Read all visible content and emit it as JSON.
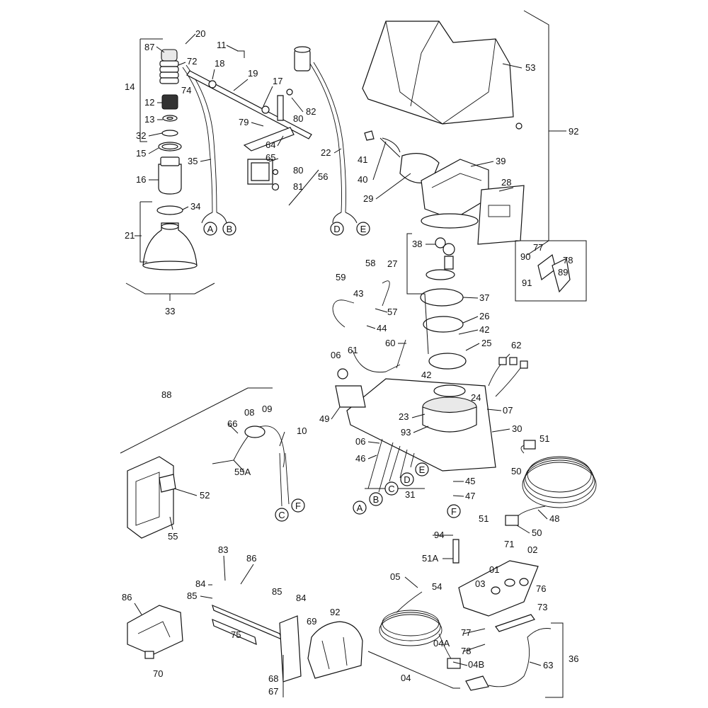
{
  "callouts": [
    {
      "text": "20"
    },
    {
      "text": "87"
    },
    {
      "text": "72"
    },
    {
      "text": "11"
    },
    {
      "text": "18"
    },
    {
      "text": "19"
    },
    {
      "text": "17"
    },
    {
      "text": "14"
    },
    {
      "text": "74"
    },
    {
      "text": "12"
    },
    {
      "text": "13"
    },
    {
      "text": "32"
    },
    {
      "text": "15"
    },
    {
      "text": "16"
    },
    {
      "text": "35"
    },
    {
      "text": "34"
    },
    {
      "text": "21"
    },
    {
      "text": "33"
    },
    {
      "text": "82"
    },
    {
      "text": "80"
    },
    {
      "text": "79"
    },
    {
      "text": "64"
    },
    {
      "text": "65"
    },
    {
      "text": "80"
    },
    {
      "text": "81"
    },
    {
      "text": "56"
    },
    {
      "text": "22"
    },
    {
      "text": "53"
    },
    {
      "text": "92"
    },
    {
      "text": "41"
    },
    {
      "text": "40"
    },
    {
      "text": "39"
    },
    {
      "text": "29"
    },
    {
      "text": "28"
    },
    {
      "text": "38"
    },
    {
      "text": "27"
    },
    {
      "text": "77"
    },
    {
      "text": "90"
    },
    {
      "text": "78"
    },
    {
      "text": "91"
    },
    {
      "text": "89"
    },
    {
      "text": "37"
    },
    {
      "text": "26"
    },
    {
      "text": "42"
    },
    {
      "text": "25"
    },
    {
      "text": "58"
    },
    {
      "text": "59"
    },
    {
      "text": "43"
    },
    {
      "text": "57"
    },
    {
      "text": "44"
    },
    {
      "text": "60"
    },
    {
      "text": "06"
    },
    {
      "text": "61"
    },
    {
      "text": "62"
    },
    {
      "text": "42"
    },
    {
      "text": "24"
    },
    {
      "text": "49"
    },
    {
      "text": "23"
    },
    {
      "text": "07"
    },
    {
      "text": "93"
    },
    {
      "text": "30"
    },
    {
      "text": "06"
    },
    {
      "text": "46"
    },
    {
      "text": "51"
    },
    {
      "text": "50"
    },
    {
      "text": "45"
    },
    {
      "text": "47"
    },
    {
      "text": "31"
    },
    {
      "text": "48"
    },
    {
      "text": "50"
    },
    {
      "text": "88"
    },
    {
      "text": "08"
    },
    {
      "text": "09"
    },
    {
      "text": "66"
    },
    {
      "text": "10"
    },
    {
      "text": "55A"
    },
    {
      "text": "52"
    },
    {
      "text": "55"
    },
    {
      "text": "94"
    },
    {
      "text": "51"
    },
    {
      "text": "71"
    },
    {
      "text": "02"
    },
    {
      "text": "51A"
    },
    {
      "text": "01"
    },
    {
      "text": "05"
    },
    {
      "text": "54"
    },
    {
      "text": "03"
    },
    {
      "text": "76"
    },
    {
      "text": "73"
    },
    {
      "text": "83"
    },
    {
      "text": "86"
    },
    {
      "text": "84"
    },
    {
      "text": "85"
    },
    {
      "text": "86"
    },
    {
      "text": "85"
    },
    {
      "text": "84"
    },
    {
      "text": "92"
    },
    {
      "text": "69"
    },
    {
      "text": "75"
    },
    {
      "text": "70"
    },
    {
      "text": "68"
    },
    {
      "text": "67"
    },
    {
      "text": "77"
    },
    {
      "text": "78"
    },
    {
      "text": "04A"
    },
    {
      "text": "04B"
    },
    {
      "text": "63"
    },
    {
      "text": "36"
    },
    {
      "text": "04"
    }
  ],
  "connectors": [
    {
      "text": "A"
    },
    {
      "text": "B"
    },
    {
      "text": "D"
    },
    {
      "text": "E"
    },
    {
      "text": "A"
    },
    {
      "text": "B"
    },
    {
      "text": "C"
    },
    {
      "text": "D"
    },
    {
      "text": "E"
    },
    {
      "text": "F"
    },
    {
      "text": "C"
    },
    {
      "text": "F"
    }
  ]
}
